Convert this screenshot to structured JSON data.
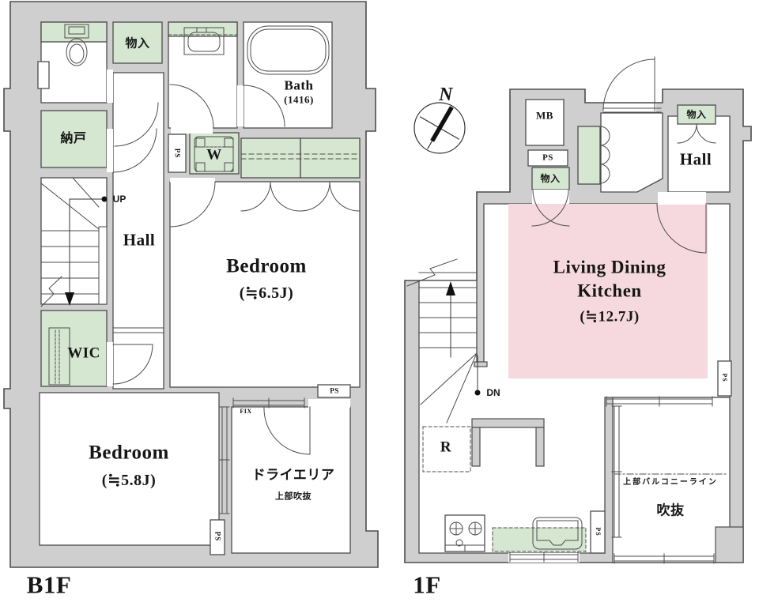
{
  "colors": {
    "wall_fill": "#cfcfcf",
    "line": "#4d4d4d",
    "green": "#d5e6d1",
    "pink": "#f6d9de",
    "text": "#161616"
  },
  "b1f": {
    "floor_label": "B1F",
    "labels": {
      "storage_top": "物入",
      "nando": "納戸",
      "washer": "W",
      "ps_mid": "PS",
      "bath_name": "Bath",
      "bath_size": "(1416)",
      "hall": "Hall",
      "up": "UP",
      "bedroom1_name": "Bedroom",
      "bedroom1_size": "(≒6.5J)",
      "wic": "WIC",
      "bedroom2_name": "Bedroom",
      "bedroom2_size": "(≒5.8J)",
      "dry_area": "ドライエリア",
      "dry_area_sub": "上部吹抜",
      "ps_dry": "PS",
      "fix": "FIX",
      "ps_bottom": "PS"
    }
  },
  "f1": {
    "floor_label": "1F",
    "labels": {
      "north": "N",
      "mb": "MB",
      "ps_top": "PS",
      "storage_left": "物入",
      "storage_hall": "物入",
      "hall": "Hall",
      "ldk_line1": "Living Dining",
      "ldk_line2": "Kitchen",
      "ldk_size": "(≒12.7J)",
      "dn": "DN",
      "fridge": "R",
      "balcony_line": "上部バルコニーライン",
      "void": "吹抜",
      "ps_right": "PS",
      "ps_kitchen": "PS"
    }
  }
}
